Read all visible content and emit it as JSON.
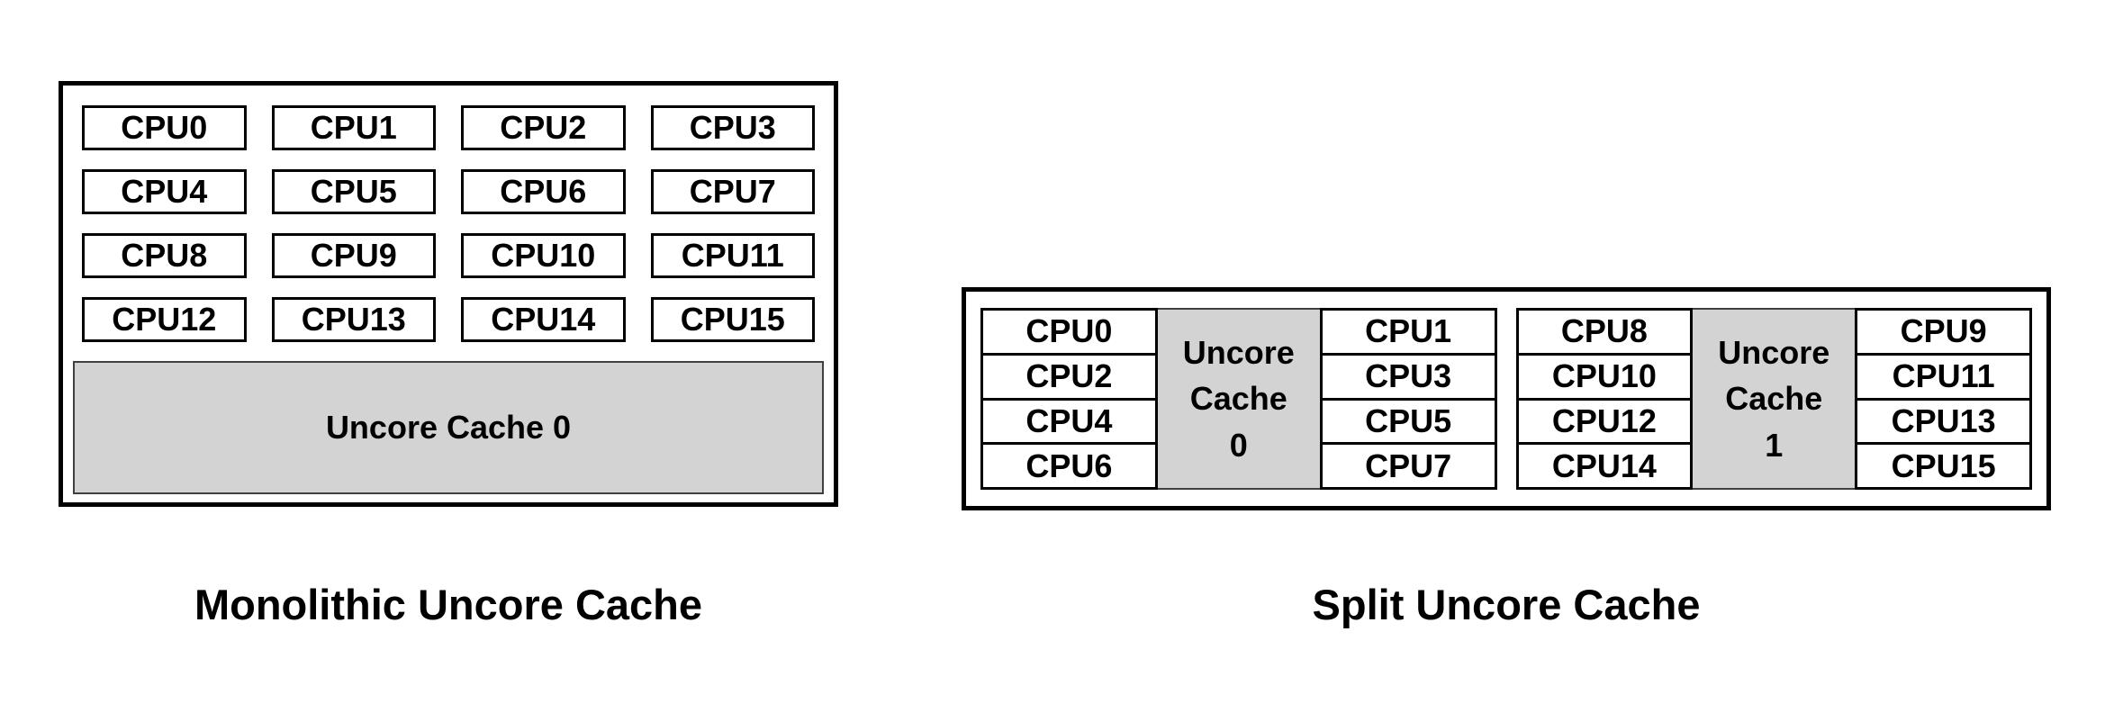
{
  "monolithic": {
    "caption": "Monolithic Uncore Cache",
    "cpus": [
      "CPU0",
      "CPU1",
      "CPU2",
      "CPU3",
      "CPU4",
      "CPU5",
      "CPU6",
      "CPU7",
      "CPU8",
      "CPU9",
      "CPU10",
      "CPU11",
      "CPU12",
      "CPU13",
      "CPU14",
      "CPU15"
    ],
    "uncore_label": "Uncore Cache 0"
  },
  "split": {
    "caption": "Split Uncore Cache",
    "clusters": [
      {
        "left": [
          "CPU0",
          "CPU2",
          "CPU4",
          "CPU6"
        ],
        "uncore_label": "Uncore Cache 0",
        "right": [
          "CPU1",
          "CPU3",
          "CPU5",
          "CPU7"
        ]
      },
      {
        "left": [
          "CPU8",
          "CPU10",
          "CPU12",
          "CPU14"
        ],
        "uncore_label": "Uncore Cache 1",
        "right": [
          "CPU9",
          "CPU11",
          "CPU13",
          "CPU15"
        ]
      }
    ]
  },
  "colors": {
    "uncore_fill": "#d3d3d3",
    "uncore_line": "#404040",
    "line": "#000000",
    "text": "#000000",
    "background": "#ffffff"
  }
}
